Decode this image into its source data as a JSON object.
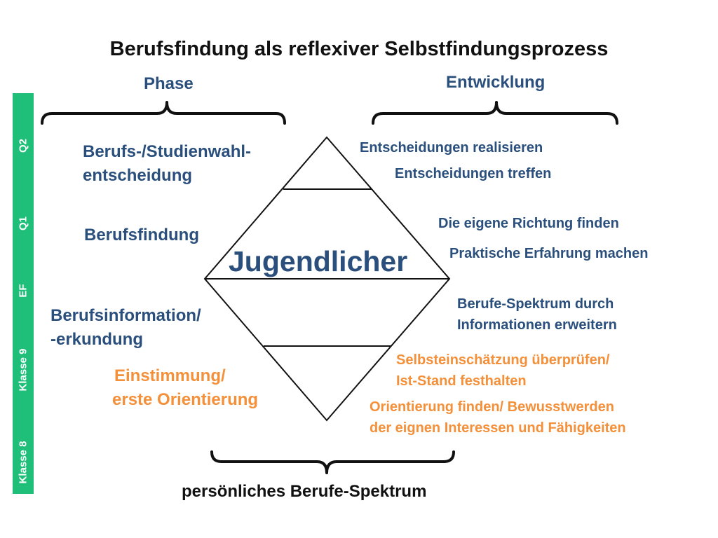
{
  "title": "Berufsfindung als reflexiver Selbstfindungsprozess",
  "headers": {
    "phase": "Phase",
    "entwicklung": "Entwicklung"
  },
  "center_label": "Jugendlicher",
  "bottom_label": "persönliches Berufe-Spektrum",
  "grades": [
    "Q2",
    "Q1",
    "EF",
    "Klasse 9",
    "Klasse 8"
  ],
  "phases": {
    "entscheidung": [
      "Berufs-/Studienwahl-",
      "entscheidung"
    ],
    "berufsfindung": "Berufsfindung",
    "information": [
      "Berufsinformation/",
      "-erkundung"
    ],
    "einstimmung": [
      "Einstimmung/",
      "erste Orientierung"
    ]
  },
  "development": {
    "realisieren": "Entscheidungen realisieren",
    "treffen": "Entscheidungen treffen",
    "richtung": "Die eigene Richtung finden",
    "erfahrung": "Praktische Erfahrung machen",
    "spektrum": [
      "Berufe-Spektrum durch",
      "Informationen erweitern"
    ],
    "selbsteinschaetzung": [
      "Selbsteinschätzung überprüfen/",
      "Ist-Stand festhalten"
    ],
    "orientierung": [
      "Orientierung finden/ Bewusstwerden",
      "der eignen Interessen und Fähigkeiten"
    ]
  },
  "colors": {
    "blue": "#2a4f7c",
    "orange": "#f4903a",
    "green": "#1fbf7a",
    "black": "#111111"
  }
}
